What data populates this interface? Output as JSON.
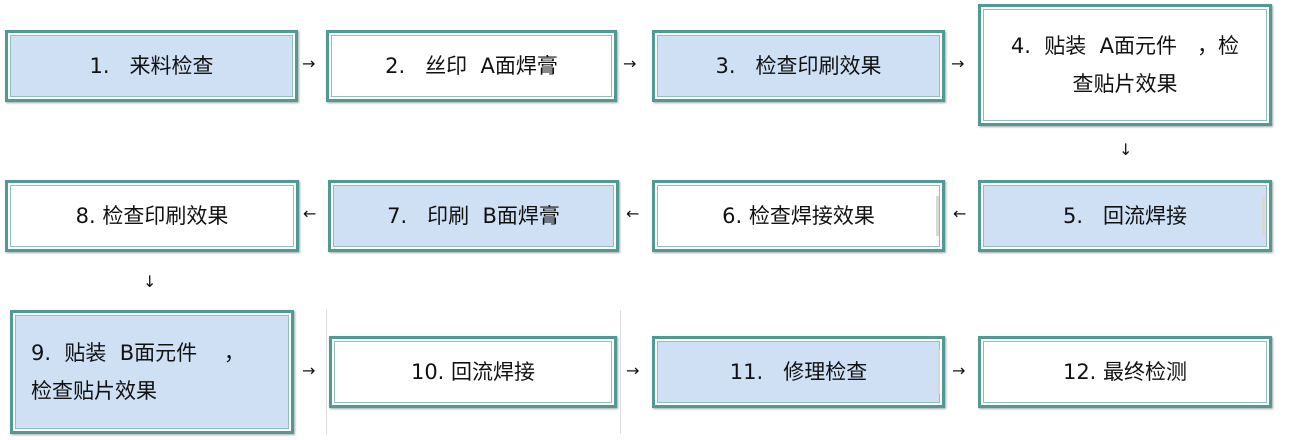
{
  "steps": [
    {
      "id": 1,
      "label": "1.   来料检查",
      "style": "blue"
    },
    {
      "id": 2,
      "label": "2.   丝印  A面焊膏",
      "style": "white"
    },
    {
      "id": 3,
      "label": "3.   检查印刷效果",
      "style": "blue"
    },
    {
      "id": 4,
      "label": "4.  贴装  A面元件   ，检\n查贴片效果",
      "style": "white"
    },
    {
      "id": 5,
      "label": "5.   回流焊接",
      "style": "blue"
    },
    {
      "id": 6,
      "label": "6. 检查焊接效果",
      "style": "white"
    },
    {
      "id": 7,
      "label": "7.   印刷  B面焊膏",
      "style": "blue"
    },
    {
      "id": 8,
      "label": "8. 检查印刷效果",
      "style": "white"
    },
    {
      "id": 9,
      "label": "9.  贴装  B面元件    ，\n检查贴片效果",
      "style": "blue"
    },
    {
      "id": 10,
      "label": "10. 回流焊接",
      "style": "white"
    },
    {
      "id": 11,
      "label": "11.   修理检查",
      "style": "blue"
    },
    {
      "id": 12,
      "label": "12. 最终检测",
      "style": "white"
    }
  ],
  "arrows": {
    "right": "→",
    "left": "←",
    "down": "↓"
  }
}
